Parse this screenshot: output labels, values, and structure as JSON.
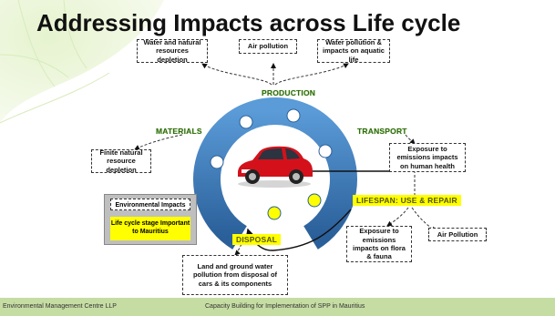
{
  "title": "Addressing Impacts across Life cycle",
  "stages": {
    "production": "PRODUCTION",
    "materials": "MATERIALS",
    "transport": "TRANSPORT",
    "use_repair": "LIFESPAN: USE & REPAIR",
    "disposal": "DISPOSAL"
  },
  "impacts": {
    "water_resources": "Water and natural resources depletion",
    "air_pollution_top": "Air pollution",
    "water_pollution": "Water pollution & impacts on aquatic life",
    "finite_resources": "Finite natural resource depletion",
    "human_health": "Exposure to emissions impacts on human health",
    "flora_fauna": "Exposure to emissions impacts on flora & fauna",
    "air_pollution_use": "Air Pollution",
    "disposal_pollution": "Land and ground water pollution from disposal of cars & its components"
  },
  "legend": {
    "environmental_impacts": "Environmental Impacts",
    "important_stage": "Life cycle stage Important to Mauritius"
  },
  "footer": {
    "left": "Environmental Management Centre LLP",
    "center": "Capacity Building for Implementation of SPP in Mauritius"
  },
  "colors": {
    "ring": "#3d7fc4",
    "ring_dark": "#2a5f99",
    "highlight": "#ffff00",
    "footer_bg": "#c5dda3",
    "stage_green": "#2f6a13",
    "car_red": "#d4111b"
  },
  "icons": [
    "car-icon"
  ]
}
